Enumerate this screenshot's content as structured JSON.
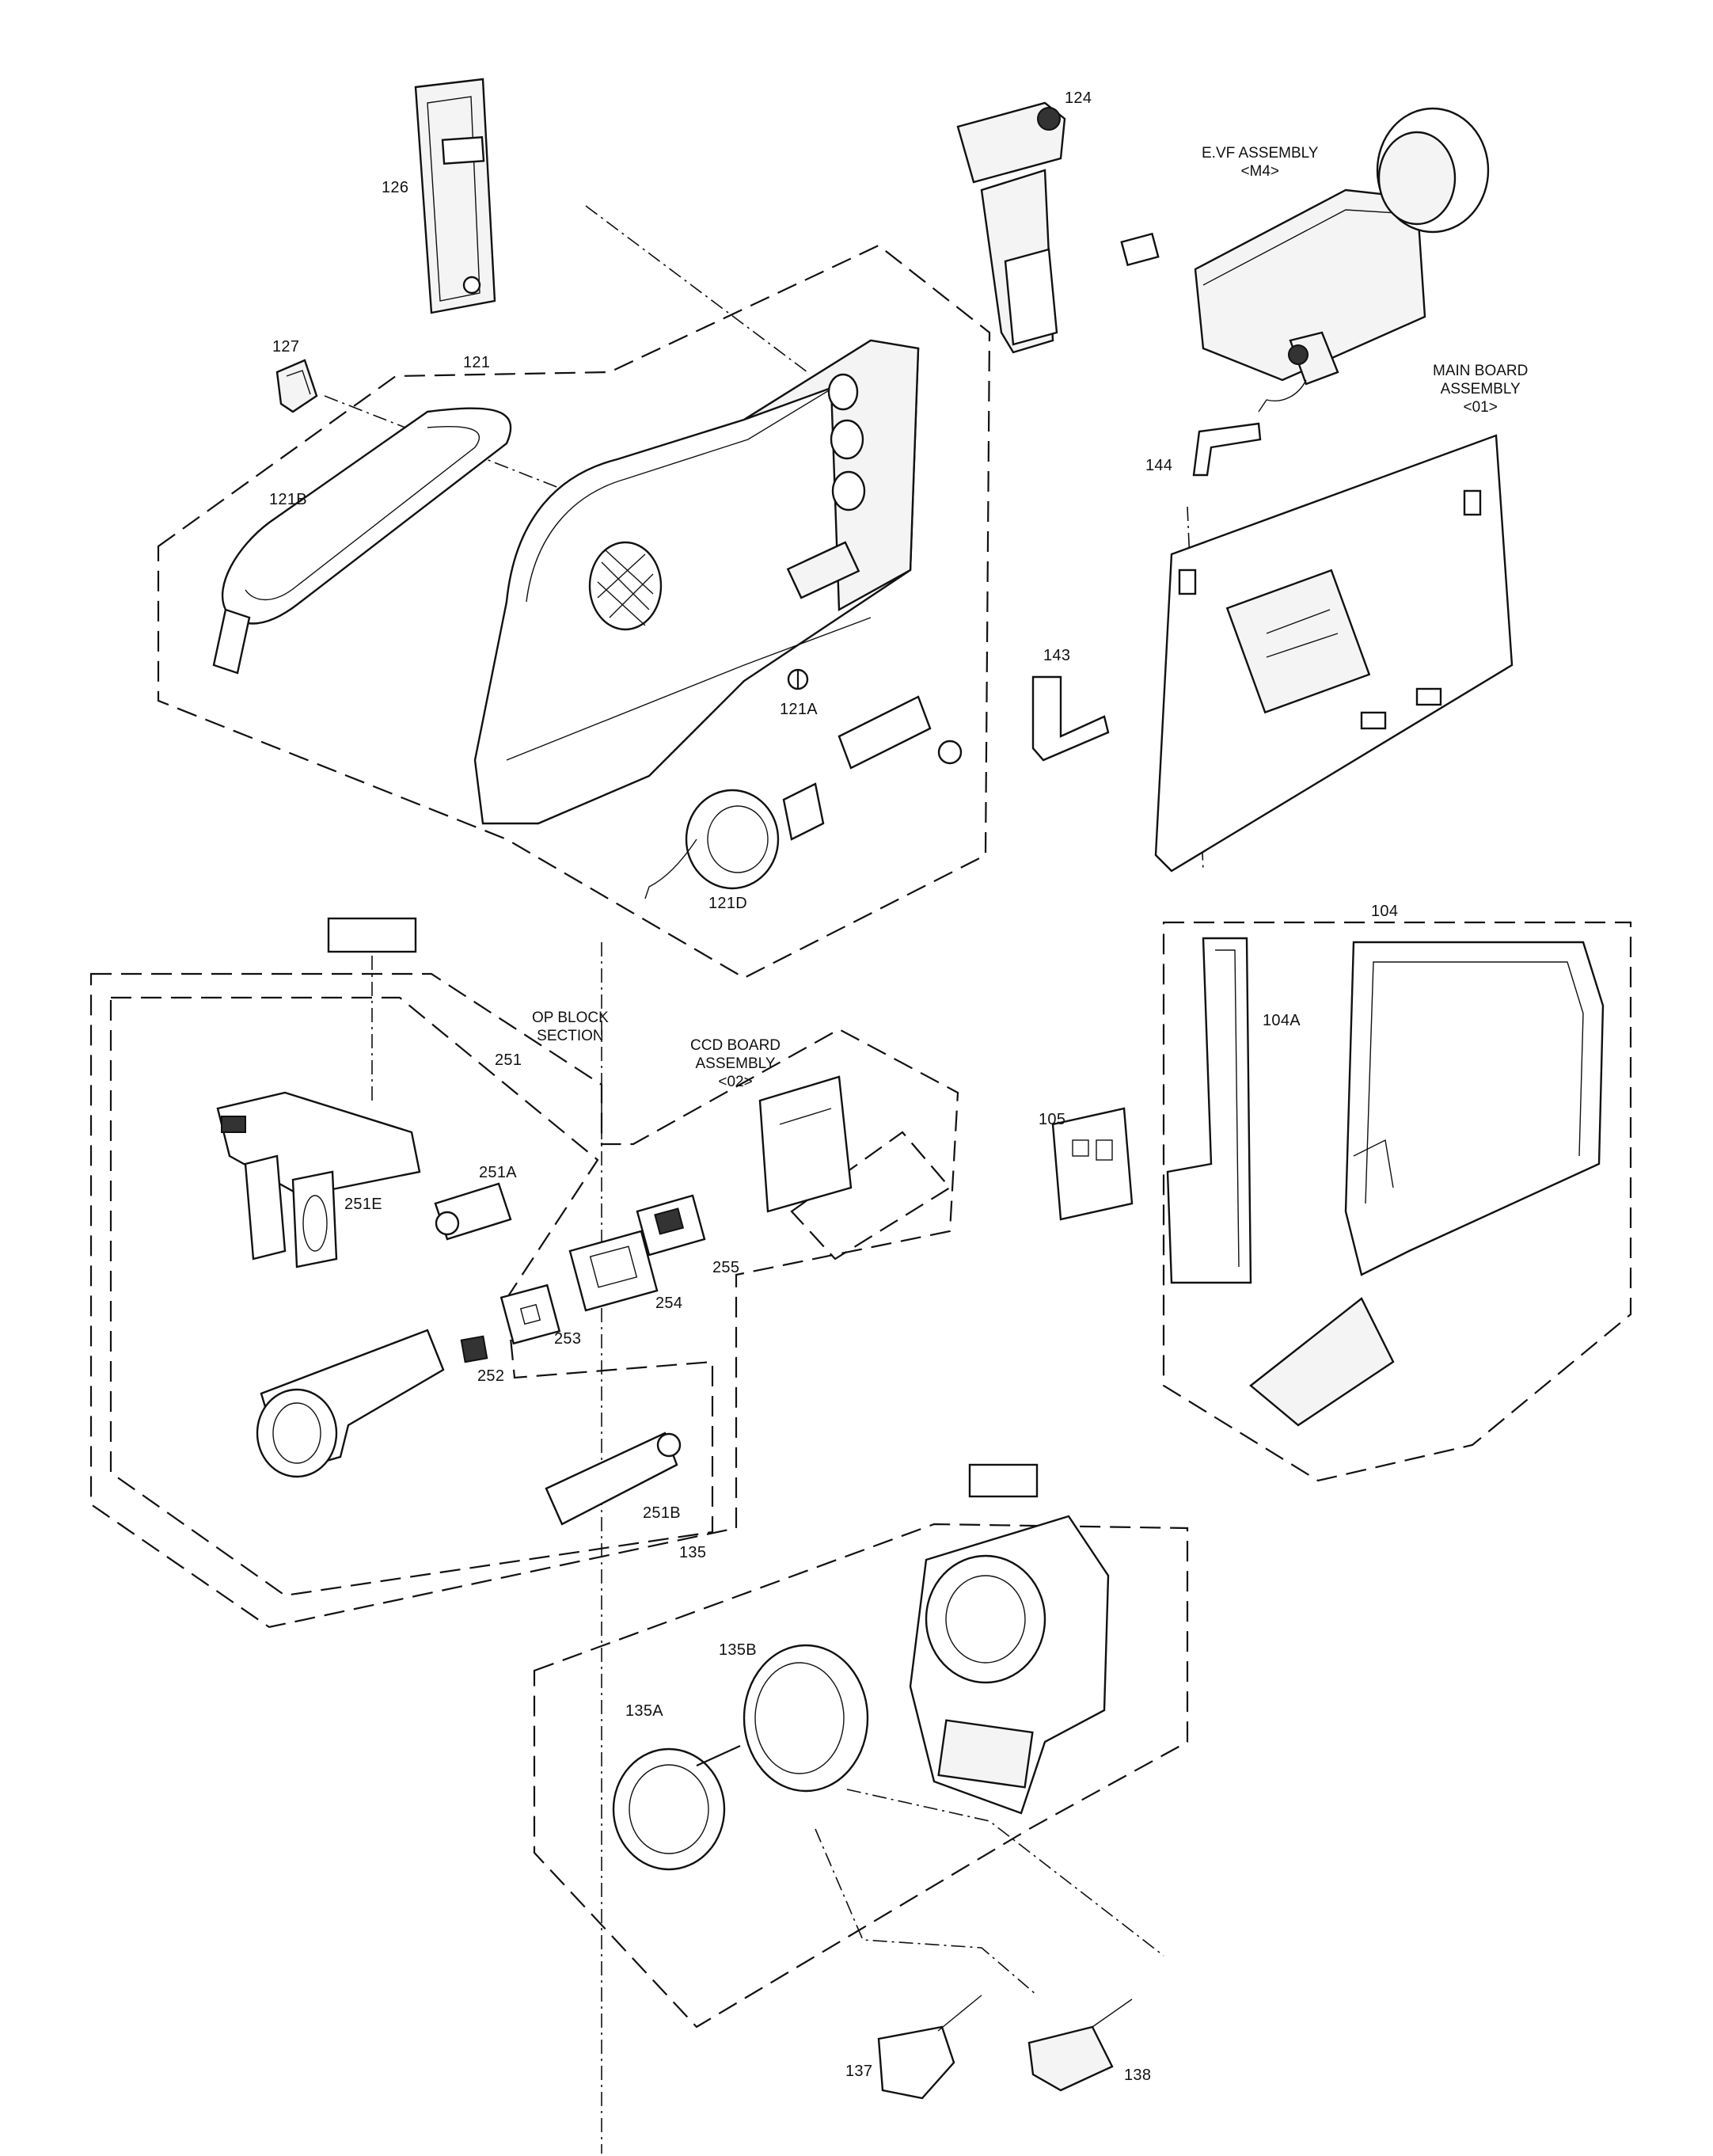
{
  "labels": {
    "p104": "104",
    "p104A": "104A",
    "p105": "105",
    "p121": "121",
    "p121A": "121A",
    "p121B": "121B",
    "p121D": "121D",
    "p124": "124",
    "p126": "126",
    "p127": "127",
    "p135": "135",
    "p135A": "135A",
    "p135B": "135B",
    "p137": "137",
    "p138": "138",
    "p143": "143",
    "p144": "144",
    "p251": "251",
    "p251A": "251A",
    "p251B": "251B",
    "p251E": "251E",
    "p252": "252",
    "p253": "253",
    "p254": "254",
    "p255": "255"
  },
  "groups": {
    "evf": {
      "line1": "E.VF ASSEMBLY",
      "line2": "<M4>"
    },
    "main_board": {
      "line1": "MAIN BOARD",
      "line2": "ASSEMBLY",
      "line3": "<01>"
    },
    "op_block": {
      "line1": "OP BLOCK",
      "line2": "SECTION"
    },
    "ccd_board": {
      "line1": "CCD BOARD",
      "line2": "ASSEMBLY",
      "line3": "<02>"
    }
  },
  "colors": {
    "ink": "#111111",
    "paper": "#ffffff",
    "part_fill": "#f4f4f4"
  }
}
